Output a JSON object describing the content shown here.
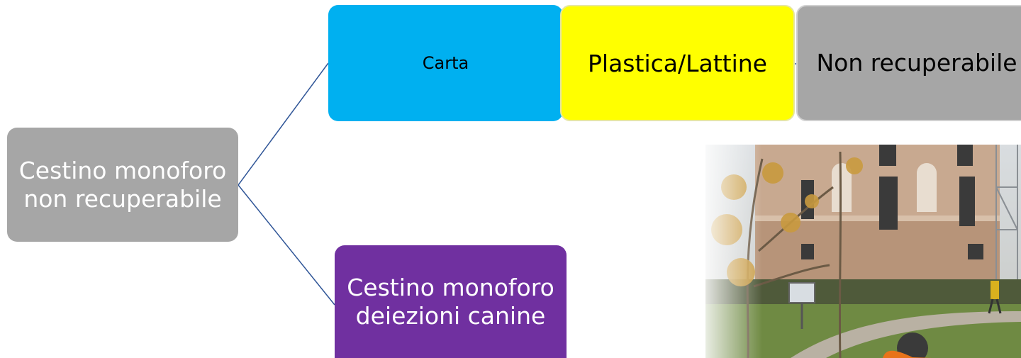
{
  "nodes": {
    "root": "Cestino monoforo non recuperabile",
    "carta": "Carta",
    "plastica": "Plastica/Lattine",
    "non_recuperabile": "Non recuperabile",
    "canine": "Cestino monoforo deiezioni canine"
  },
  "colors": {
    "root": "#a6a6a6",
    "carta": "#00b0f0",
    "plastica": "#ffff00",
    "non_recuperabile": "#a6a6a6",
    "canine": "#7030a0",
    "connector": "#2f5597"
  },
  "photo": {
    "subject": "park-with-worker-and-building-photo"
  }
}
